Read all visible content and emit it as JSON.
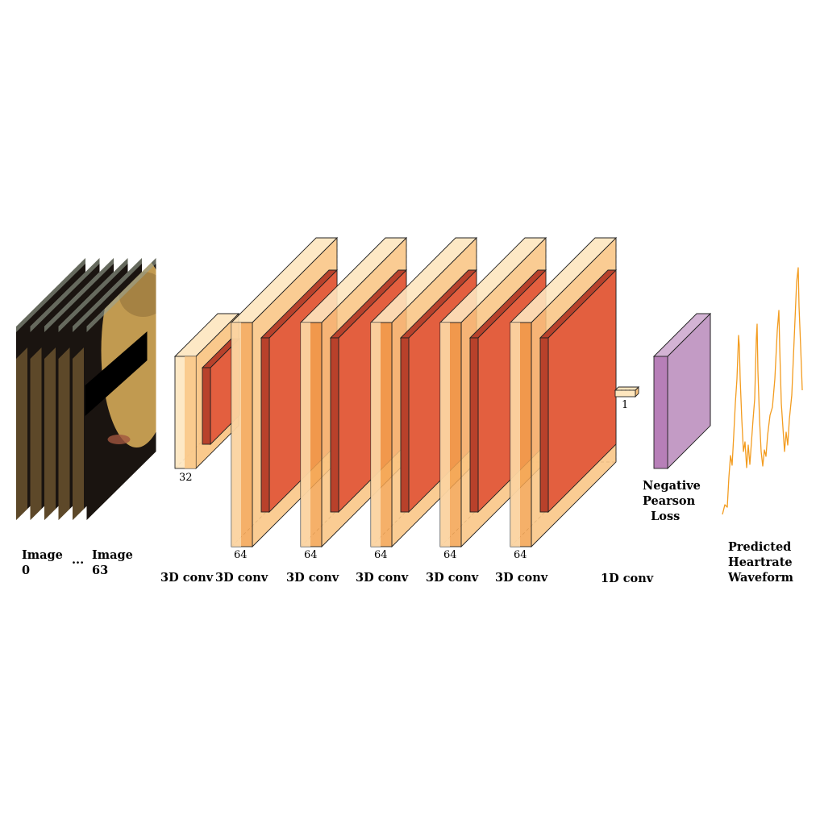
{
  "input": {
    "first_label": "Image\n0",
    "ellipsis": "...",
    "last_label": "Image\n63",
    "frame_count_drawn": 6,
    "skin_color": "#c19a50",
    "hair_color": "#1a1410",
    "redaction_bar_color": "#000000"
  },
  "layers": [
    {
      "channels": "32",
      "label": "3D conv",
      "kind": "3d-conv-small"
    },
    {
      "channels": "64",
      "label": "3D conv",
      "kind": "3d-conv"
    },
    {
      "channels": "64",
      "label": "3D conv",
      "kind": "3d-conv"
    },
    {
      "channels": "64",
      "label": "3D conv",
      "kind": "3d-conv"
    },
    {
      "channels": "64",
      "label": "3D conv",
      "kind": "3d-conv"
    },
    {
      "channels": "64",
      "label": "3D conv",
      "kind": "3d-conv"
    },
    {
      "channels": "1",
      "label": "1D conv",
      "kind": "1d-conv"
    }
  ],
  "loss": {
    "label": "Negative\nPearson\n  Loss",
    "color": "#c39bc5"
  },
  "output": {
    "label": "Predicted\nHeartrate\nWaveform",
    "color": "#f39c1f"
  },
  "colors": {
    "block_light": "#fde6bf",
    "block_mid": "#f9c380",
    "block_orange": "#f3a24f",
    "activation": "#e35f3f",
    "activation_dark": "#b8412b"
  }
}
